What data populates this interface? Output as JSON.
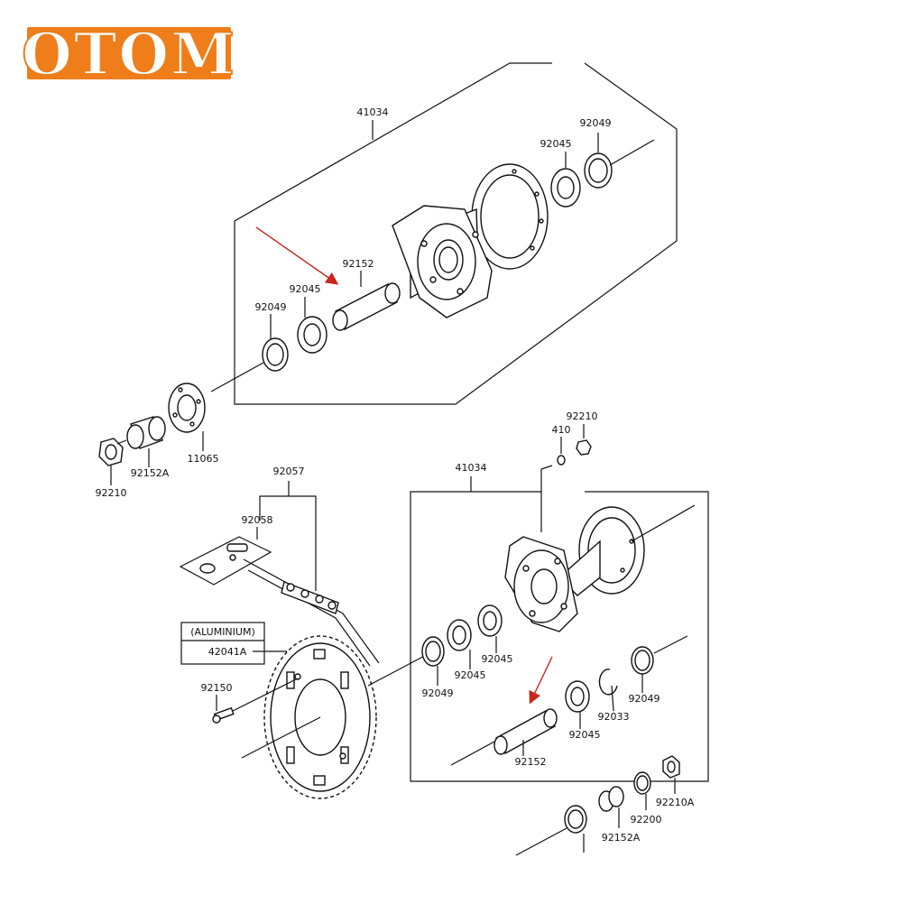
{
  "brand": {
    "logo_text": "OTOM",
    "accent_color": "#ef7d1a"
  },
  "arrow_color": "#c8281e",
  "upper": {
    "labels": {
      "hub": "41034",
      "bearing_right": "92045",
      "seal_right": "92049",
      "collar": "92152",
      "bearing_left": "92045",
      "seal_left": "92049",
      "brake_disc_bolt_plate": "11065",
      "spacer": "92152A",
      "nut": "92210"
    }
  },
  "lower": {
    "labels": {
      "hub": "41034",
      "washer": "410",
      "nut_small": "92210",
      "chain": "92057",
      "chain_link": "92058",
      "material_note": "(ALUMINIUM)",
      "sprocket": "42041A",
      "bolt": "92150",
      "seal_left": "92049",
      "bearing_a": "92045",
      "bearing_b": "92045",
      "collar": "92152",
      "circlip": "92033",
      "seal_right": "92049",
      "bearing_right": "92045",
      "spacer": "92152A",
      "washer_right": "92200",
      "axle_nut": "92210A"
    }
  }
}
